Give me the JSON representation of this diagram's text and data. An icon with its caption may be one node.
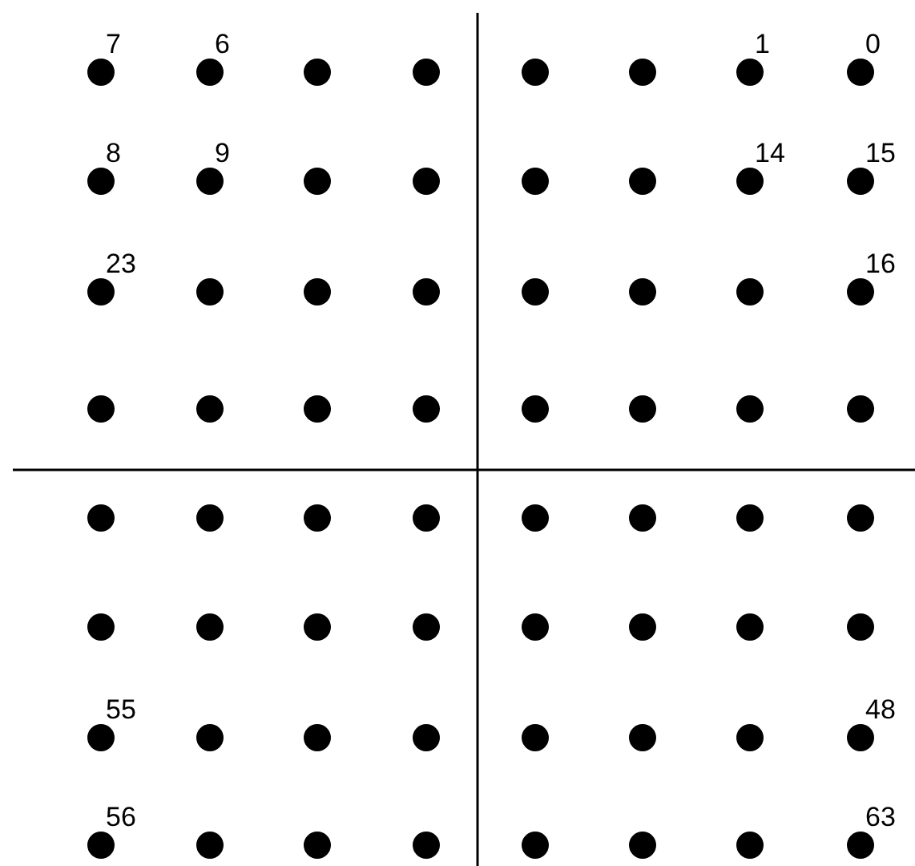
{
  "diagram": {
    "labels": [
      "7",
      "6",
      "1",
      "0",
      "8",
      "9",
      "14",
      "15",
      "23",
      "16",
      "55",
      "48",
      "56",
      "63"
    ]
  }
}
